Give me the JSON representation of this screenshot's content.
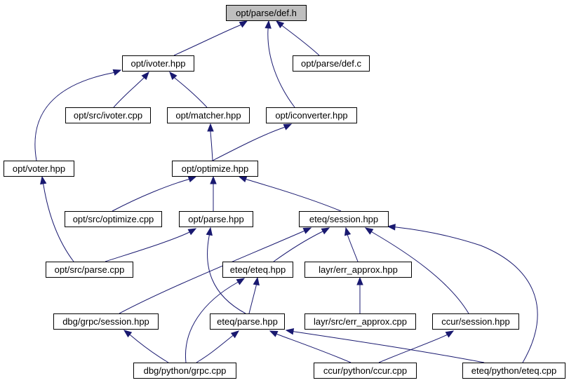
{
  "colors": {
    "edge": "#191970",
    "root_fill": "#bfbfbf",
    "node_fill": "#ffffff",
    "border": "#000000"
  },
  "nodes": [
    {
      "id": "def_h",
      "label": "opt/parse/def.h",
      "root": true
    },
    {
      "id": "ivoter_hpp",
      "label": "opt/ivoter.hpp"
    },
    {
      "id": "def_c",
      "label": "opt/parse/def.c"
    },
    {
      "id": "src_ivoter_cpp",
      "label": "opt/src/ivoter.cpp"
    },
    {
      "id": "matcher_hpp",
      "label": "opt/matcher.hpp"
    },
    {
      "id": "iconverter_hpp",
      "label": "opt/iconverter.hpp"
    },
    {
      "id": "voter_hpp",
      "label": "opt/voter.hpp"
    },
    {
      "id": "optimize_hpp",
      "label": "opt/optimize.hpp"
    },
    {
      "id": "src_optimize_cpp",
      "label": "opt/src/optimize.cpp"
    },
    {
      "id": "parse_hpp",
      "label": "opt/parse.hpp"
    },
    {
      "id": "eteq_session_hpp",
      "label": "eteq/session.hpp"
    },
    {
      "id": "src_parse_cpp",
      "label": "opt/src/parse.cpp"
    },
    {
      "id": "eteq_eteq_hpp",
      "label": "eteq/eteq.hpp"
    },
    {
      "id": "err_approx_hpp",
      "label": "layr/err_approx.hpp"
    },
    {
      "id": "dbg_grpc_session_hpp",
      "label": "dbg/grpc/session.hpp"
    },
    {
      "id": "eteq_parse_hpp",
      "label": "eteq/parse.hpp"
    },
    {
      "id": "err_approx_cpp",
      "label": "layr/src/err_approx.cpp"
    },
    {
      "id": "ccur_session_hpp",
      "label": "ccur/session.hpp"
    },
    {
      "id": "grpc_cpp",
      "label": "dbg/python/grpc.cpp"
    },
    {
      "id": "ccur_cpp",
      "label": "ccur/python/ccur.cpp"
    },
    {
      "id": "eteq_cpp",
      "label": "eteq/python/eteq.cpp"
    }
  ],
  "edges": [
    {
      "from": "ivoter_hpp",
      "to": "def_h"
    },
    {
      "from": "def_c",
      "to": "def_h"
    },
    {
      "from": "iconverter_hpp",
      "to": "def_h"
    },
    {
      "from": "src_ivoter_cpp",
      "to": "ivoter_hpp"
    },
    {
      "from": "matcher_hpp",
      "to": "ivoter_hpp"
    },
    {
      "from": "voter_hpp",
      "to": "ivoter_hpp"
    },
    {
      "from": "optimize_hpp",
      "to": "matcher_hpp"
    },
    {
      "from": "optimize_hpp",
      "to": "iconverter_hpp"
    },
    {
      "from": "src_optimize_cpp",
      "to": "optimize_hpp"
    },
    {
      "from": "parse_hpp",
      "to": "optimize_hpp"
    },
    {
      "from": "eteq_session_hpp",
      "to": "optimize_hpp"
    },
    {
      "from": "src_parse_cpp",
      "to": "voter_hpp"
    },
    {
      "from": "src_parse_cpp",
      "to": "parse_hpp"
    },
    {
      "from": "eteq_parse_hpp",
      "to": "parse_hpp"
    },
    {
      "from": "eteq_eteq_hpp",
      "to": "eteq_session_hpp"
    },
    {
      "from": "err_approx_hpp",
      "to": "eteq_session_hpp"
    },
    {
      "from": "dbg_grpc_session_hpp",
      "to": "eteq_session_hpp"
    },
    {
      "from": "ccur_session_hpp",
      "to": "eteq_session_hpp"
    },
    {
      "from": "eteq_cpp",
      "to": "eteq_session_hpp"
    },
    {
      "from": "eteq_parse_hpp",
      "to": "eteq_eteq_hpp"
    },
    {
      "from": "grpc_cpp",
      "to": "eteq_eteq_hpp"
    },
    {
      "from": "err_approx_cpp",
      "to": "err_approx_hpp"
    },
    {
      "from": "grpc_cpp",
      "to": "dbg_grpc_session_hpp"
    },
    {
      "from": "grpc_cpp",
      "to": "eteq_parse_hpp"
    },
    {
      "from": "ccur_cpp",
      "to": "eteq_parse_hpp"
    },
    {
      "from": "eteq_cpp",
      "to": "eteq_parse_hpp"
    },
    {
      "from": "ccur_cpp",
      "to": "ccur_session_hpp"
    }
  ]
}
